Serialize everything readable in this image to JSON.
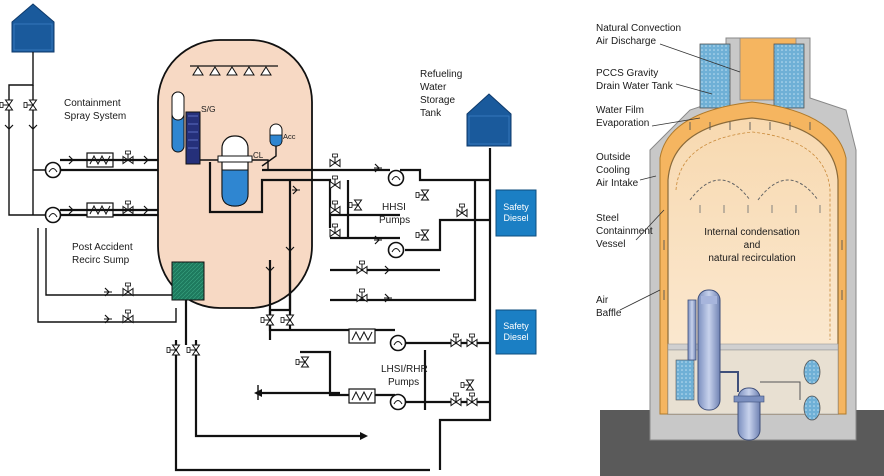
{
  "left_diagram": {
    "labels": {
      "containment_spray": [
        "Containment",
        "Spray System"
      ],
      "sg": "S/G",
      "acc": "Acc",
      "cl": "CL",
      "rwst": [
        "Refueling",
        "Water",
        "Storage",
        "Tank"
      ],
      "hhsi": [
        "HHSI",
        "Pumps"
      ],
      "sump": [
        "Post Accident",
        "Recirc Sump"
      ],
      "lhsi": [
        "LHSI/RHR",
        "Pumps"
      ],
      "diesel_1": [
        "Safety",
        "Diesel"
      ],
      "diesel_2": [
        "Safety",
        "Diesel"
      ]
    },
    "colors": {
      "containment_fill": "#f7d9c4",
      "tank_blue": "#1a5a9c",
      "diesel_blue": "#1b7fc4",
      "sump_green": "#1e7a5e",
      "water_blue": "#2f86d1"
    }
  },
  "right_diagram": {
    "callouts": {
      "natural_convection": [
        "Natural Convection",
        "Air Discharge"
      ],
      "pccs_tank": [
        "PCCS Gravity",
        "Drain Water Tank"
      ],
      "water_film": [
        "Water Film",
        "Evaporation"
      ],
      "outside_air": [
        "Outside",
        "Cooling",
        "Air Intake"
      ],
      "steel_vessel": [
        "Steel",
        "Containment",
        "Vessel"
      ],
      "air_baffle": [
        "Air",
        "Baffle"
      ]
    },
    "interior_text": [
      "Internal condensation",
      "and",
      "natural recirculation"
    ],
    "colors": {
      "concrete": "#c8c8c8",
      "orange_gap": "#f5b560",
      "dome_interior": "#fae3c4",
      "water_tank": "#7fb8d8",
      "equipment": "#8a9bc0"
    }
  }
}
